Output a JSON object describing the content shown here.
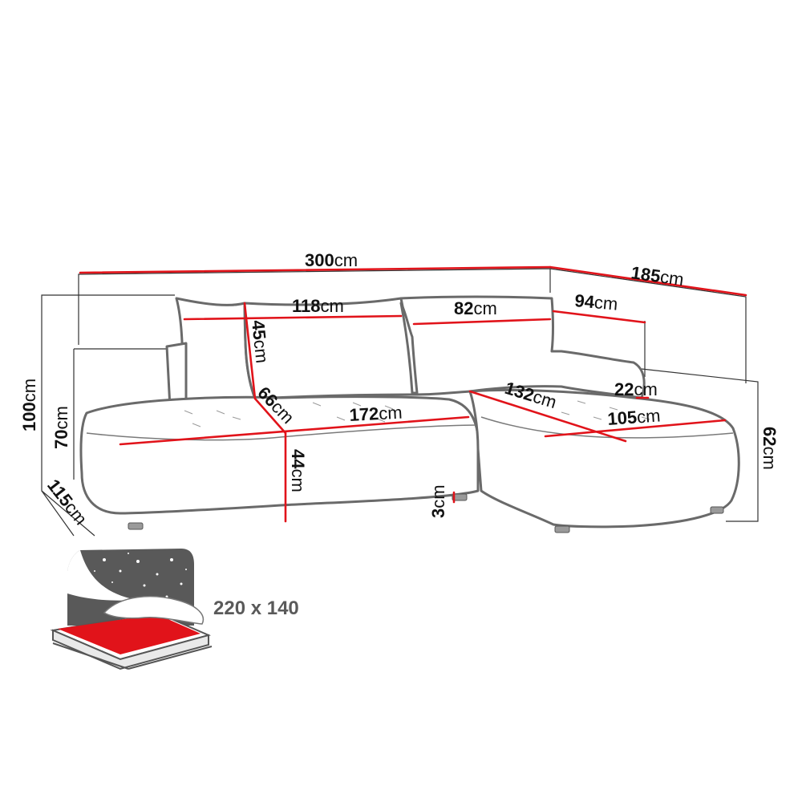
{
  "colors": {
    "measure": "#e1131a",
    "outline": "#6a6a6a",
    "bed_panel": "#595959",
    "mattress_red": "#e1131a"
  },
  "dimensions": {
    "total_width": {
      "value": "300",
      "unit": "cm"
    },
    "total_depth": {
      "value": "185",
      "unit": "cm"
    },
    "cushion_left": {
      "value": "118",
      "unit": "cm"
    },
    "cushion_right": {
      "value": "82",
      "unit": "cm"
    },
    "chaise_back": {
      "value": "94",
      "unit": "cm"
    },
    "cushion_height": {
      "value": "45",
      "unit": "cm"
    },
    "seat_depth": {
      "value": "66",
      "unit": "cm"
    },
    "seat_width": {
      "value": "172",
      "unit": "cm"
    },
    "chaise_length": {
      "value": "132",
      "unit": "cm"
    },
    "armrest_height": {
      "value": "22",
      "unit": "cm"
    },
    "chaise_width": {
      "value": "105",
      "unit": "cm"
    },
    "total_height": {
      "value": "100",
      "unit": "cm"
    },
    "back_height": {
      "value": "70",
      "unit": "cm"
    },
    "side_depth": {
      "value": "115",
      "unit": "cm"
    },
    "seat_height": {
      "value": "44",
      "unit": "cm"
    },
    "leg_height": {
      "value": "3",
      "unit": "cm"
    },
    "chaise_height": {
      "value": "62",
      "unit": "cm"
    }
  },
  "sleeping_area": {
    "label": "220 x 140"
  },
  "icons": [
    "sleeping-function-icon"
  ]
}
